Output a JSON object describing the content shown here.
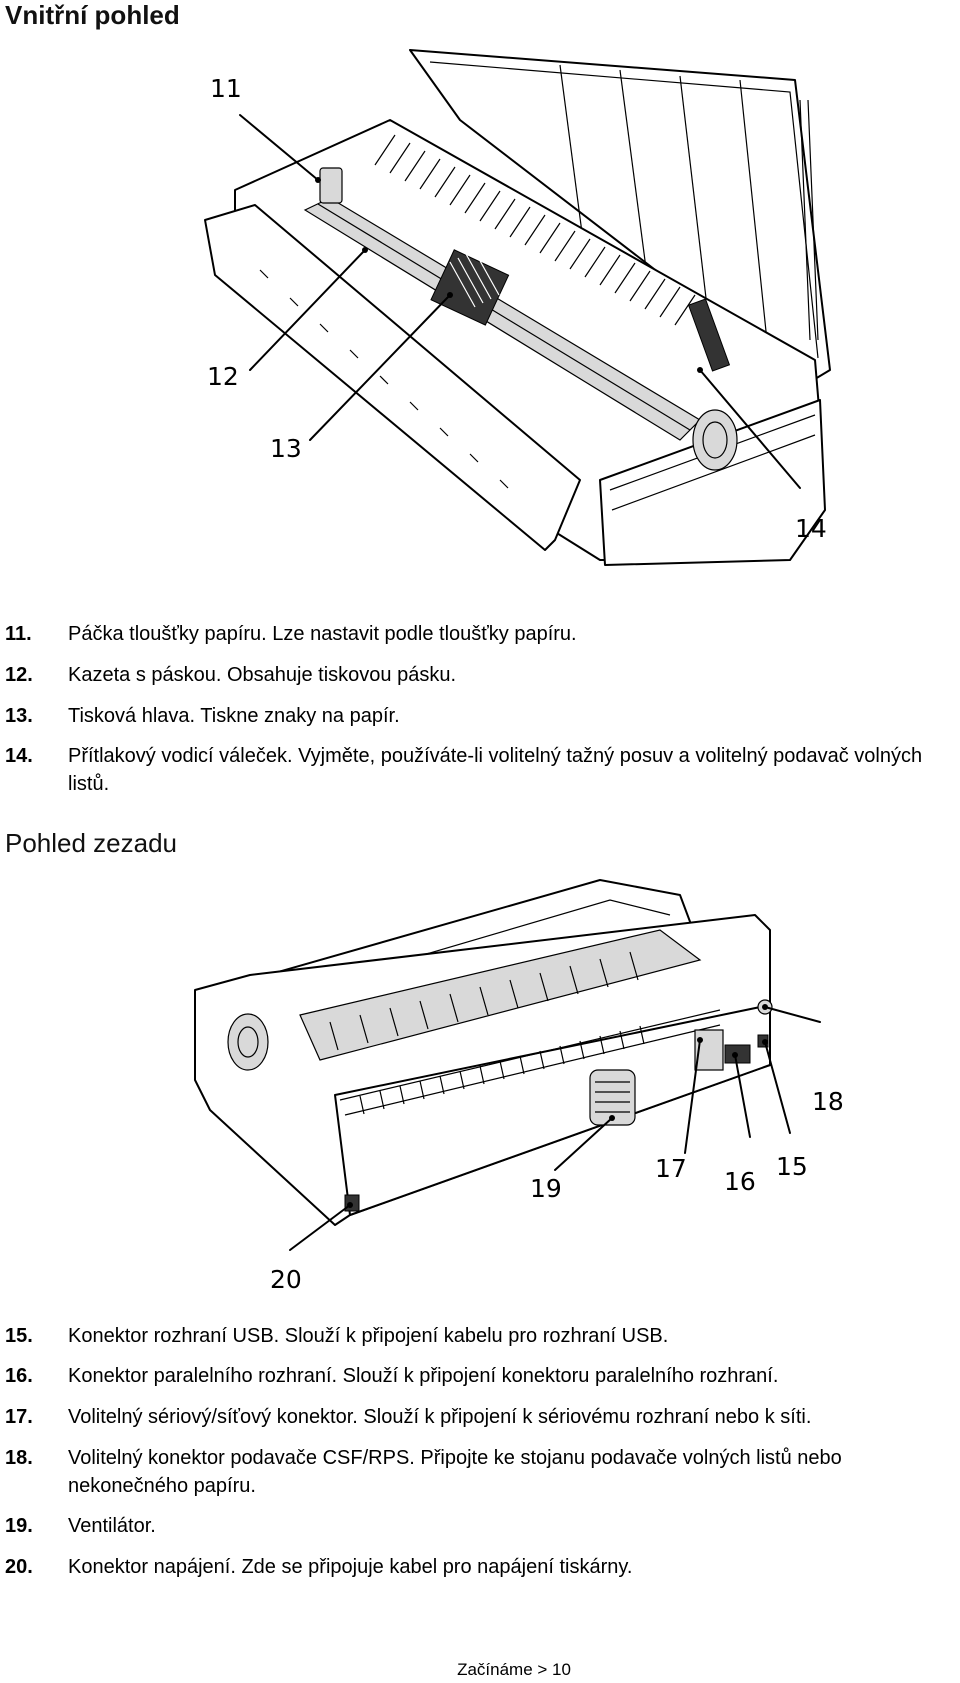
{
  "sections": {
    "inside_title": "Vnitřní pohled",
    "rear_title": "Pohled zezadu"
  },
  "inside_callouts": [
    "11",
    "12",
    "13",
    "14"
  ],
  "rear_callouts": [
    "18",
    "17",
    "16",
    "15",
    "19",
    "20"
  ],
  "inside_items": [
    {
      "num": "11.",
      "text": "Páčka tloušťky papíru. Lze nastavit podle tloušťky papíru."
    },
    {
      "num": "12.",
      "text": "Kazeta s páskou. Obsahuje tiskovou pásku."
    },
    {
      "num": "13.",
      "text": "Tisková hlava. Tiskne znaky na papír."
    },
    {
      "num": "14.",
      "text": "Přítlakový vodicí váleček. Vyjměte, používáte-li volitelný tažný posuv a volitelný podavač volných listů."
    }
  ],
  "rear_items": [
    {
      "num": "15.",
      "text": "Konektor rozhraní USB. Slouží k připojení kabelu pro rozhraní USB."
    },
    {
      "num": "16.",
      "text": "Konektor paralelního rozhraní. Slouží k připojení konektoru paralelního rozhraní."
    },
    {
      "num": "17.",
      "text": "Volitelný sériový/síťový konektor. Slouží k připojení k sériovému rozhraní nebo k síti."
    },
    {
      "num": "18.",
      "text": "Volitelný konektor podavače CSF/RPS. Připojte ke stojanu podavače volných listů nebo nekonečného papíru."
    },
    {
      "num": "19.",
      "text": "Ventilátor."
    },
    {
      "num": "20.",
      "text": "Konektor napájení. Zde se připojuje kabel pro napájení tiskárny."
    }
  ],
  "footer": "Začínáme > 10"
}
